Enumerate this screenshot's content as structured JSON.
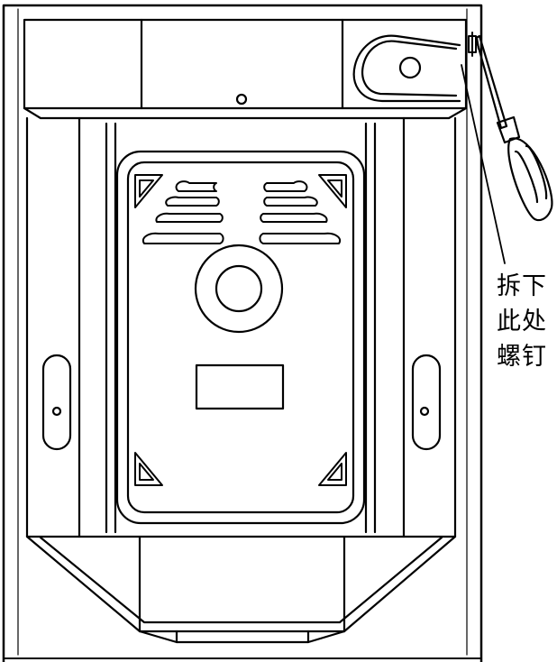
{
  "callout": {
    "lines": [
      "拆下",
      "此处",
      "螺钉"
    ]
  },
  "colors": {
    "stroke": "#000000",
    "background": "#ffffff"
  },
  "icons": {
    "tool": "screwdriver-icon",
    "fastener": "screw-icon"
  }
}
